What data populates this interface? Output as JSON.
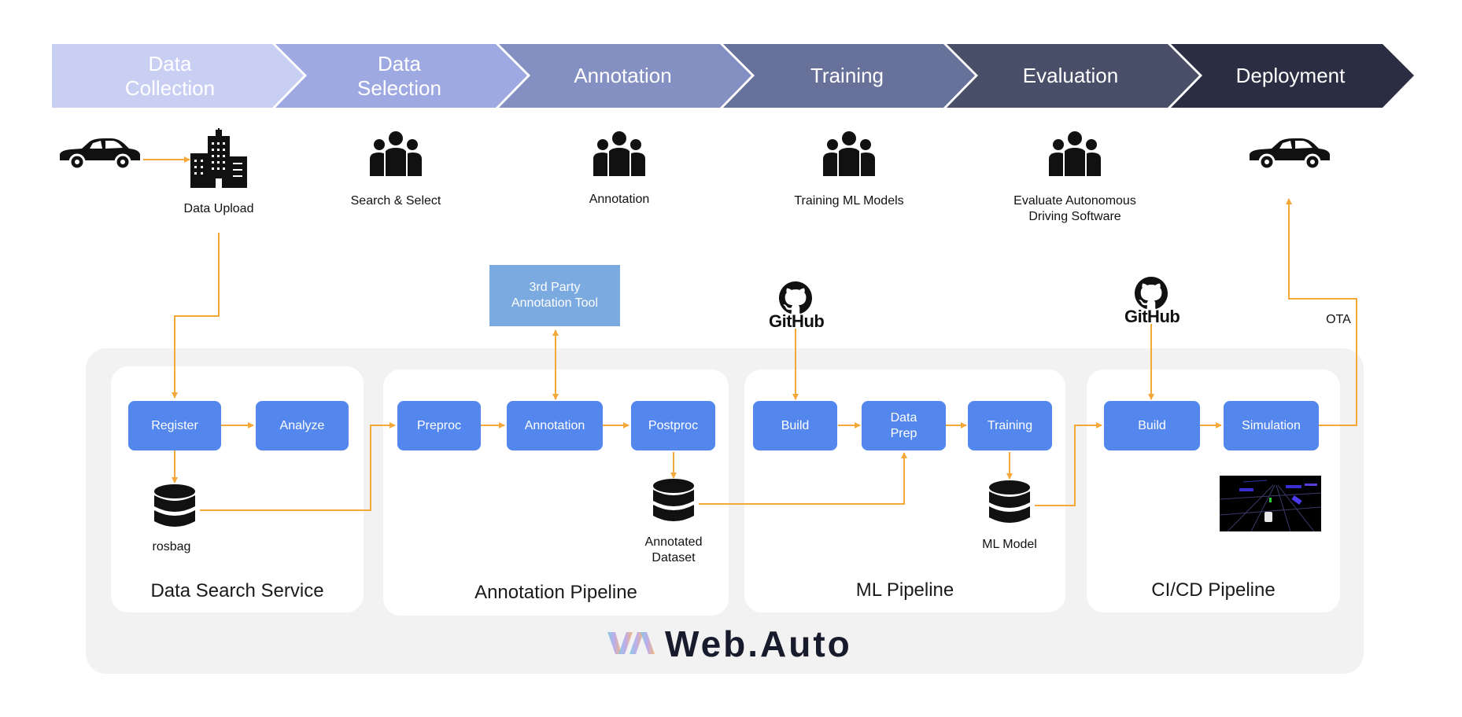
{
  "stages": [
    {
      "label": "Data\nCollection",
      "color": "#c9cff3"
    },
    {
      "label": "Data\nSelection",
      "color": "#9ea9e1"
    },
    {
      "label": "Annotation",
      "color": "#8590c2"
    },
    {
      "label": "Training",
      "color": "#68719a"
    },
    {
      "label": "Evaluation",
      "color": "#4a4f69"
    },
    {
      "label": "Deployment",
      "color": "#2b2e42"
    }
  ],
  "actors": {
    "data_upload": "Data Upload",
    "search_select": "Search & Select",
    "annotation": "Annotation",
    "training_ml": "Training ML Models",
    "evaluate": "Evaluate Autonomous\nDriving Software"
  },
  "external": {
    "third_party_tool": "3rd Party\nAnnotation Tool",
    "github": "GitHub",
    "ota": "OTA"
  },
  "panels": {
    "data_search": {
      "title": "Data Search Service",
      "nodes": {
        "register": "Register",
        "analyze": "Analyze"
      },
      "store": "rosbag"
    },
    "annotation_pipeline": {
      "title": "Annotation Pipeline",
      "nodes": {
        "preproc": "Preproc",
        "annotation": "Annotation",
        "postproc": "Postproc"
      },
      "store": "Annotated\nDataset"
    },
    "ml_pipeline": {
      "title": "ML Pipeline",
      "nodes": {
        "build": "Build",
        "data_prep": "Data\nPrep",
        "training": "Training"
      },
      "store": "ML Model"
    },
    "cicd_pipeline": {
      "title": "CI/CD Pipeline",
      "nodes": {
        "build": "Build",
        "simulation": "Simulation"
      }
    }
  },
  "brand": {
    "name": "Web.Auto"
  },
  "colors": {
    "arrow": "#f5a83a",
    "node": "#5487ee",
    "external_box": "#7baae0",
    "platform_bg": "#f2f2f2"
  },
  "icons": [
    "car-icon",
    "building-icon",
    "people-icon",
    "database-icon",
    "github-icon",
    "simulation-thumbnail",
    "webauto-logo-icon"
  ]
}
